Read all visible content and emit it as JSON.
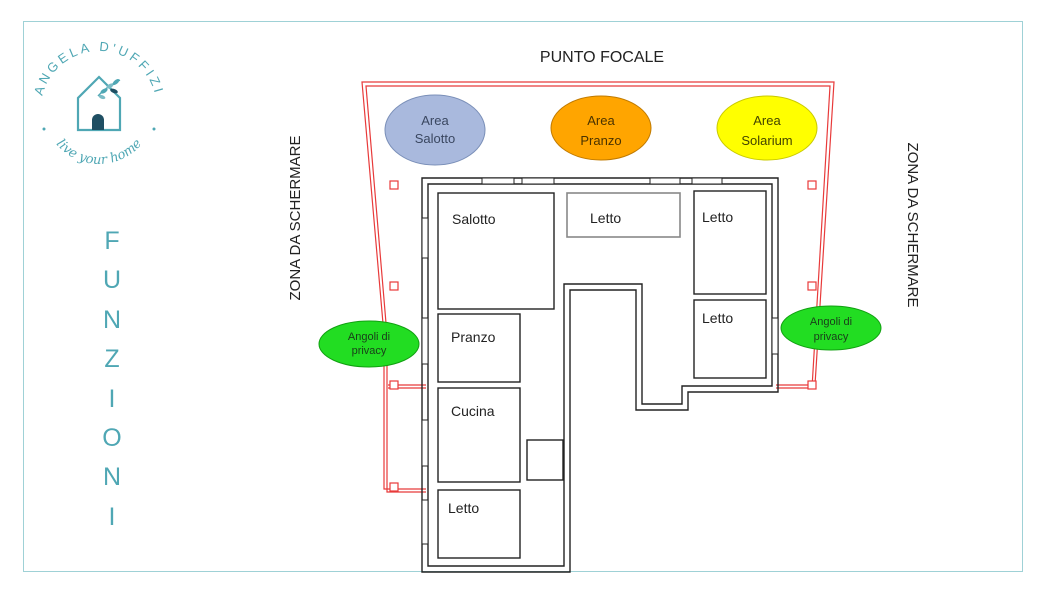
{
  "logo": {
    "brand_name": "ANGELA D'UFFIZI",
    "tagline": "live your home",
    "icon": "house-with-olive-branch-icon"
  },
  "title_vertical": "FUNZIONI",
  "labels": {
    "focal_point": "PUNTO FOCALE",
    "screen_zone_left": "ZONA DA SCHERMARE",
    "screen_zone_right": "ZONA DA SCHERMARE"
  },
  "areas": [
    {
      "line1": "Area",
      "line2": "Salotto",
      "color": "#a9b9dd"
    },
    {
      "line1": "Area",
      "line2": "Pranzo",
      "color": "#ffa500"
    },
    {
      "line1": "Area",
      "line2": "Solarium",
      "color": "#ffff00"
    }
  ],
  "privacy_corners": [
    {
      "line1": "Angoli di",
      "line2": "privacy",
      "color": "#22dd22"
    },
    {
      "line1": "Angoli di",
      "line2": "privacy",
      "color": "#22dd22"
    }
  ],
  "rooms": {
    "salotto": "Salotto",
    "letto_top": "Letto",
    "letto_right_top": "Letto",
    "letto_right_bottom": "Letto",
    "pranzo": "Pranzo",
    "cucina": "Cucina",
    "letto_bottom": "Letto"
  },
  "colors": {
    "frame": "#9fd1d6",
    "brand_teal": "#4fa7b4",
    "terrace_outline": "#e83a3a",
    "wall": "#222222"
  }
}
